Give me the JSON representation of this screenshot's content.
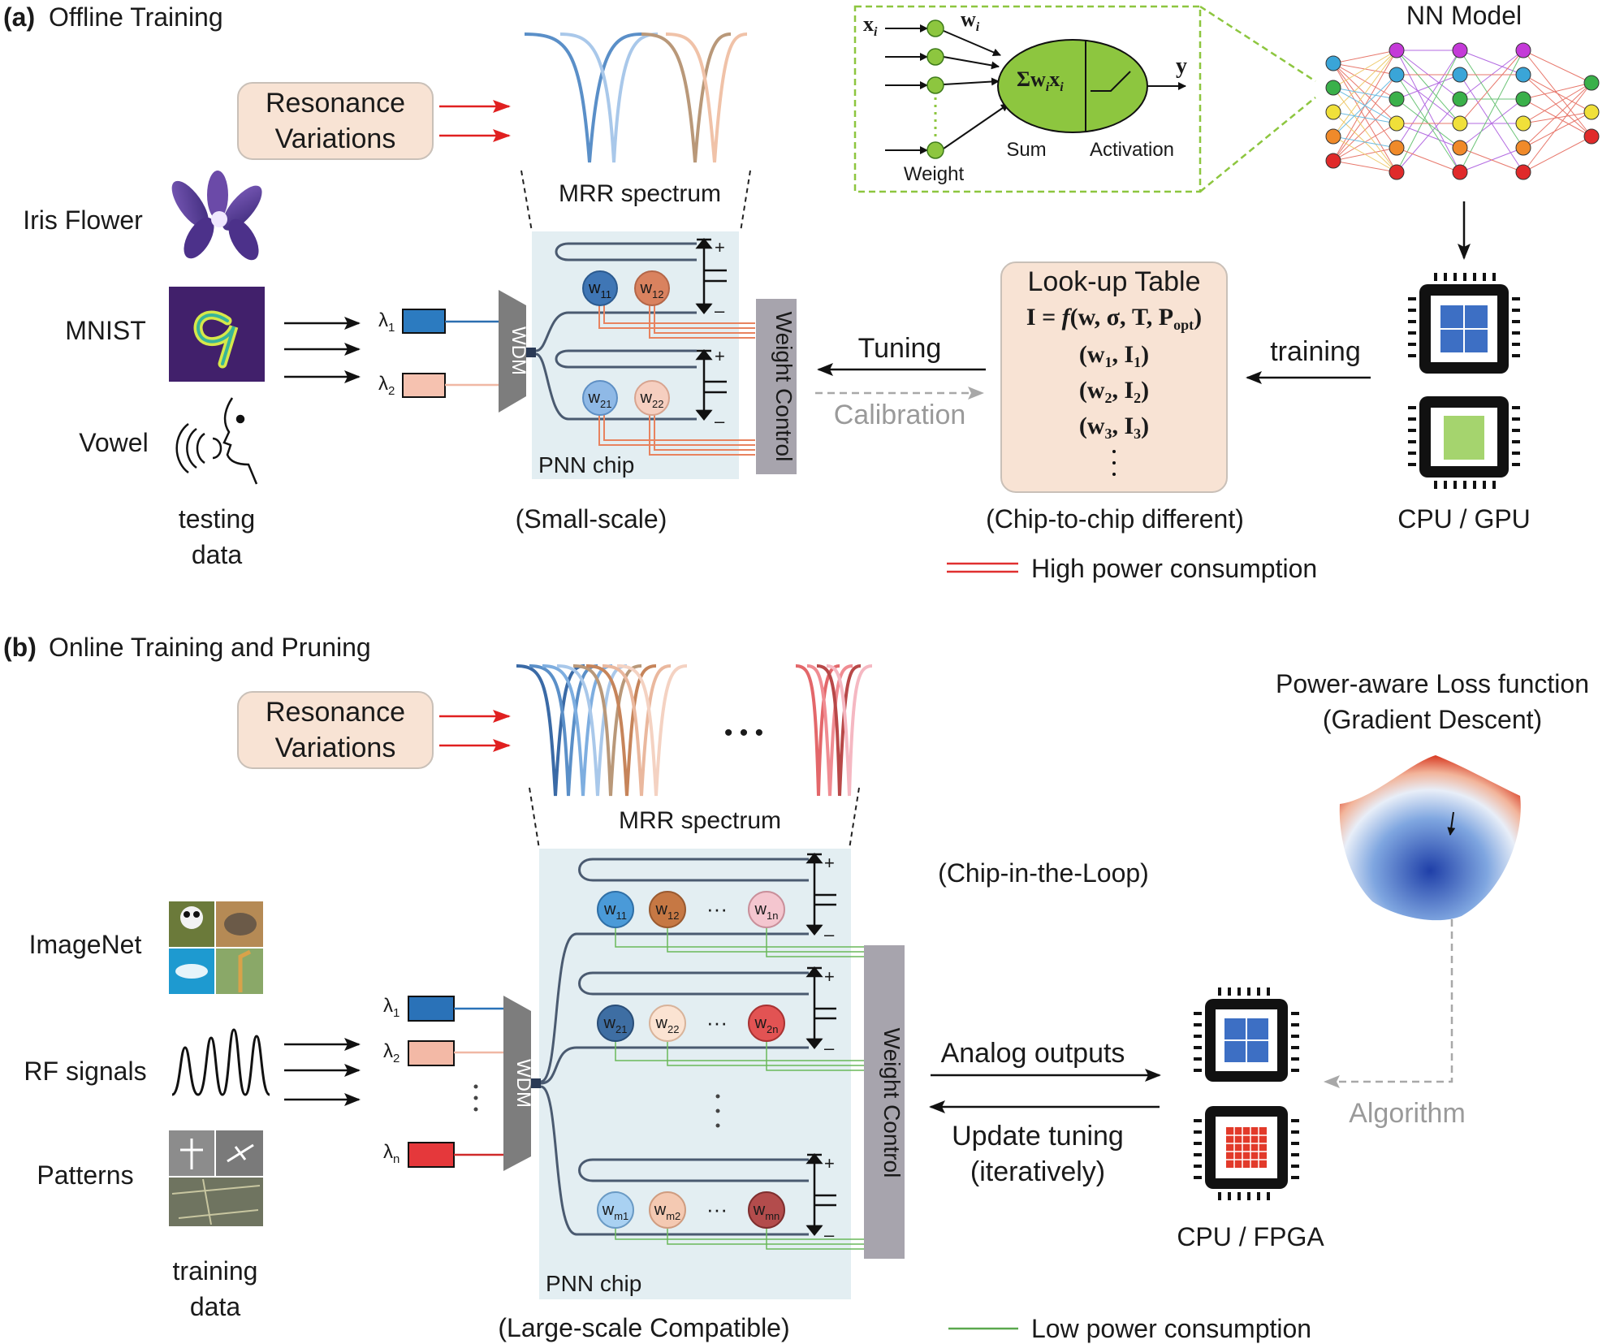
{
  "panel_a": {
    "label": "(a)",
    "title": "Offline Training",
    "resonance_box": [
      "Resonance",
      "Variations"
    ],
    "mrr_spectrum": "MRR spectrum",
    "inputs": [
      {
        "label": "Iris Flower",
        "icon": "iris-flower-icon"
      },
      {
        "label": "MNIST",
        "icon": "mnist-digit-icon"
      },
      {
        "label": "Vowel",
        "icon": "speaking-head-icon"
      }
    ],
    "testing_data": [
      "testing",
      "data"
    ],
    "lambda_1": "λ",
    "lambda_1_sub": "1",
    "lambda_2": "λ",
    "lambda_2_sub": "2",
    "wdm": "WDM",
    "weights": [
      {
        "main": "w",
        "sub": "11",
        "color": "#3f76b5"
      },
      {
        "main": "w",
        "sub": "12",
        "color": "#d9825f"
      },
      {
        "main": "w",
        "sub": "21",
        "color": "#8fb9e6"
      },
      {
        "main": "w",
        "sub": "22",
        "color": "#f6cfc0"
      }
    ],
    "pnn_chip": "PNN chip",
    "small_scale": "(Small-scale)",
    "weight_control": "Weight Control",
    "tuning": "Tuning",
    "calibration": "Calibration",
    "lut": {
      "title": "Look-up Table",
      "formula_lhs": "I",
      "formula_f": "f",
      "formula_args": "(w, σ, T, P",
      "formula_sub": "opt",
      "formula_close": ")",
      "rows": [
        {
          "w_sub": "1",
          "i_sub": "1"
        },
        {
          "w_sub": "2",
          "i_sub": "2"
        },
        {
          "w_sub": "3",
          "i_sub": "3"
        }
      ],
      "row_w": "w",
      "row_i": "I"
    },
    "chip_to_chip": "(Chip-to-chip different)",
    "training": "training",
    "cpu_gpu": "CPU / GPU",
    "nn_model": "NN Model",
    "neuron": {
      "x": "x",
      "x_sub": "i",
      "w": "w",
      "w_sub": "i",
      "sum_expr": "Σw",
      "sum_expr_sub": "i",
      "sum_expr_x": "x",
      "sum_expr_x_sub": "i",
      "y": "y",
      "weight": "Weight",
      "sum": "Sum",
      "activation": "Activation"
    },
    "legend_high": "High power consumption",
    "legend_high_color": "#e03030"
  },
  "panel_b": {
    "label": "(b)",
    "title": "Online Training and Pruning",
    "resonance_box": [
      "Resonance",
      "Variations"
    ],
    "mrr_spectrum": "MRR spectrum",
    "ellipsis": "• • •",
    "inputs": [
      {
        "label": "ImageNet",
        "icon": "imagenet-thumbnails-icon"
      },
      {
        "label": "RF signals",
        "icon": "rf-signal-icon"
      },
      {
        "label": "Patterns",
        "icon": "aerial-patterns-icon"
      }
    ],
    "training_data": [
      "training",
      "data"
    ],
    "lambdas": [
      {
        "main": "λ",
        "sub": "1",
        "color": "#2a72b8"
      },
      {
        "main": "λ",
        "sub": "2",
        "color": "#f3b9a6"
      },
      {
        "main": "λ",
        "sub": "n",
        "color": "#e5383b"
      }
    ],
    "wdm": "WDM",
    "weight_rows": [
      [
        {
          "main": "w",
          "sub": "11",
          "color": "#4a9ad8"
        },
        {
          "main": "w",
          "sub": "12",
          "color": "#c67844"
        },
        {
          "main": "w",
          "sub": "1n",
          "color": "#f4c6cf"
        }
      ],
      [
        {
          "main": "w",
          "sub": "21",
          "color": "#3e6ea3"
        },
        {
          "main": "w",
          "sub": "22",
          "color": "#fbe3d2"
        },
        {
          "main": "w",
          "sub": "2n",
          "color": "#e25353"
        }
      ],
      [
        {
          "main": "w",
          "sub": "m1",
          "color": "#a9d1f2"
        },
        {
          "main": "w",
          "sub": "m2",
          "color": "#f4c9b2"
        },
        {
          "main": "w",
          "sub": "mn",
          "color": "#b34c4c"
        }
      ]
    ],
    "row_dots": "···",
    "pnn_chip": "PNN chip",
    "large_scale": "(Large-scale Compatible)",
    "weight_control": "Weight Control",
    "chip_in_loop": "(Chip-in-the-Loop)",
    "analog_outputs": "Analog outputs",
    "update_tuning": [
      "Update tuning",
      "(iteratively)"
    ],
    "cpu_fpga": "CPU / FPGA",
    "algorithm": "Algorithm",
    "loss_title": [
      "Power-aware Loss function",
      "(Gradient Descent)"
    ],
    "legend_low": "Low power consumption",
    "legend_low_color": "#5aa84e"
  }
}
